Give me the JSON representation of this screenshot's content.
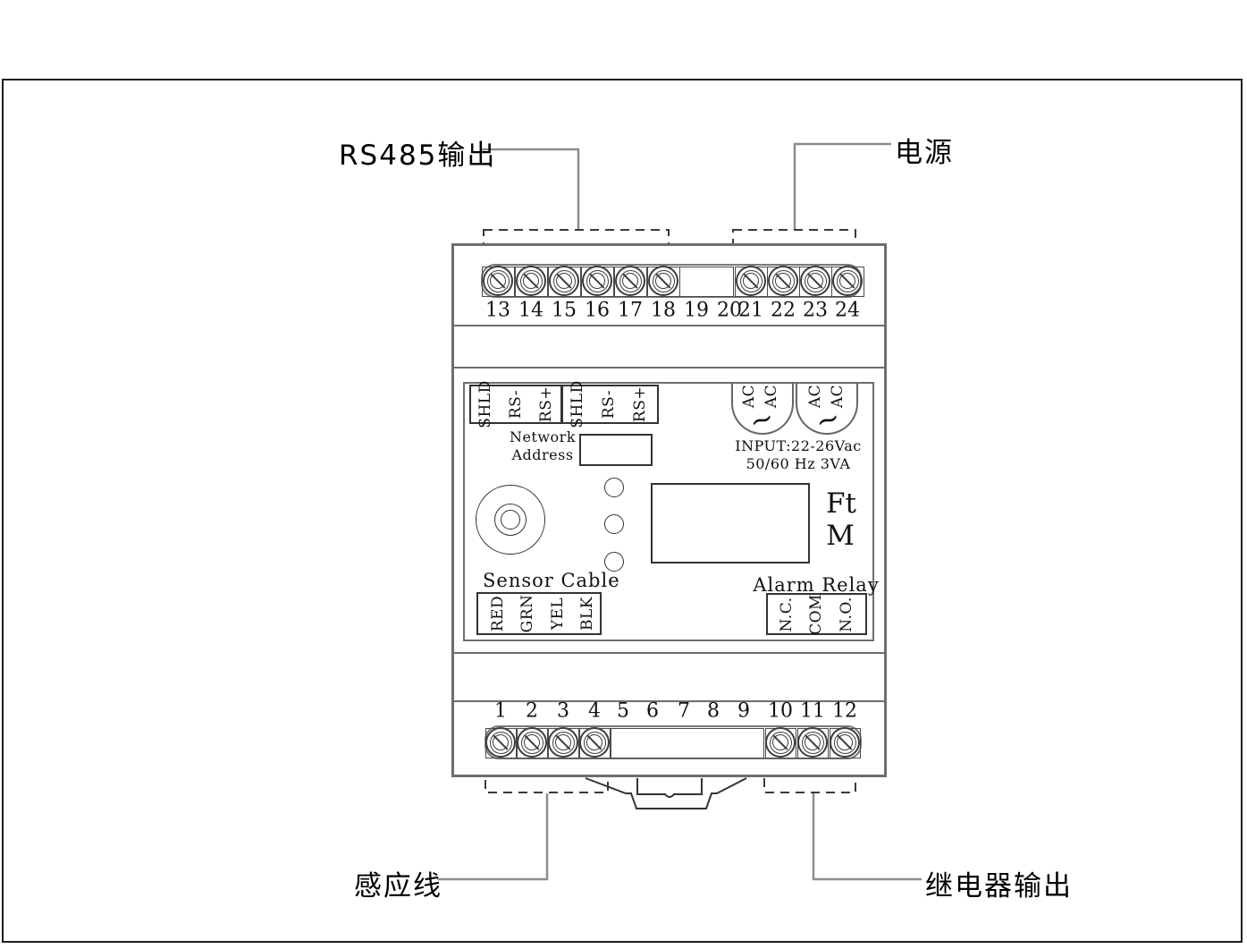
{
  "callouts": {
    "rs485_output": "RS485输出",
    "power": "电源",
    "sensor_wire": "感应线",
    "relay_output": "继电器输出"
  },
  "top_terminal_numbers": [
    "13",
    "14",
    "15",
    "16",
    "17",
    "18",
    "19",
    "20",
    "21",
    "22",
    "23",
    "24"
  ],
  "bottom_terminal_numbers": [
    "1",
    "2",
    "3",
    "4",
    "5",
    "6",
    "7",
    "8",
    "9",
    "10",
    "11",
    "12"
  ],
  "rs485_block": {
    "terminal_labels": [
      "SHLD",
      "RS-",
      "RS+",
      "SHLD",
      "RS-",
      "RS+"
    ]
  },
  "power_block": {
    "ac_terminal_labels": [
      "AC",
      "AC",
      "AC",
      "AC"
    ],
    "wave_symbol": "∼",
    "input_spec_line1": "INPUT:22-26Vac",
    "input_spec_line2": "50/60 Hz 3VA"
  },
  "network_address": {
    "line1": "Network",
    "line2": "Address"
  },
  "display_units": {
    "top": "Ft",
    "bottom": "M"
  },
  "sensor_cable": {
    "title": "Sensor Cable",
    "terminal_labels": [
      "RED",
      "GRN",
      "YEL",
      "BLK"
    ]
  },
  "alarm_relay": {
    "title": "Alarm Relay",
    "terminal_labels": [
      "N.C.",
      "COM",
      "N.O."
    ]
  }
}
